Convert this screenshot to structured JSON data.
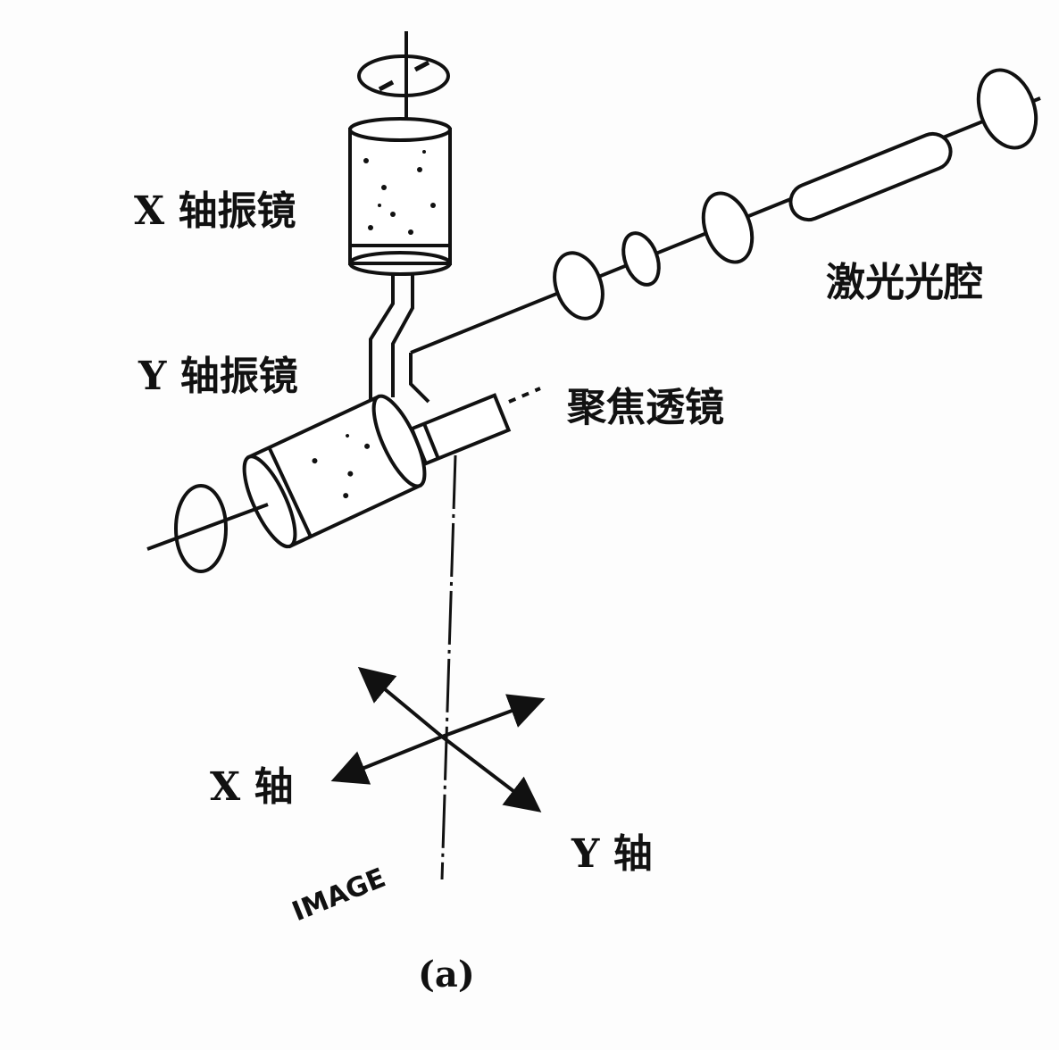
{
  "labels": {
    "x_mirror": "X 轴振镜",
    "y_mirror": "Y 轴振镜",
    "laser_cavity": "激光光腔",
    "focus_lens": "聚焦透镜",
    "x_axis": "X 轴",
    "y_axis": "Y 轴",
    "image": "IMAGE",
    "caption": "(a)"
  }
}
